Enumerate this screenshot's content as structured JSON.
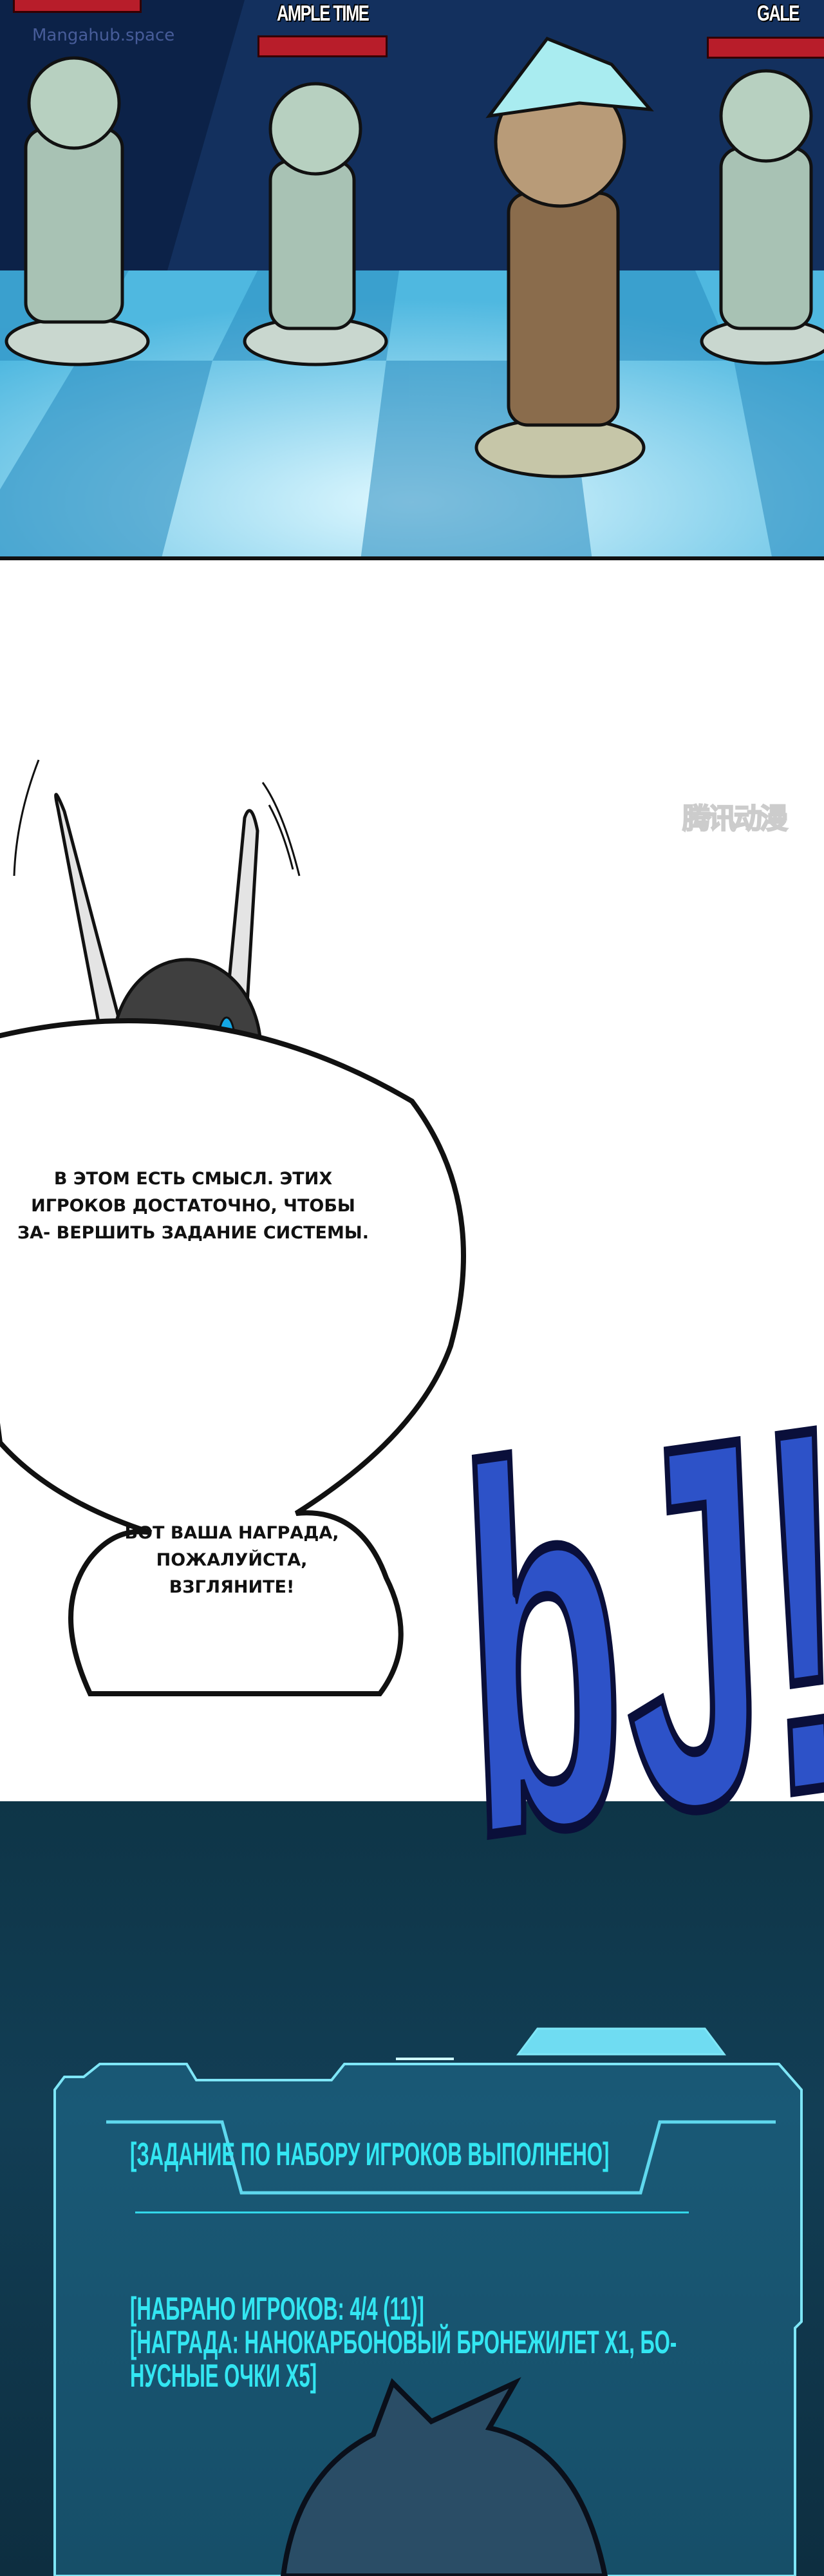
{
  "panel1": {
    "watermark": "Mangahub.space",
    "players": [
      {
        "name": "AMPLE TIME"
      },
      {
        "name": "GALE"
      }
    ]
  },
  "panel2": {
    "watermark": "腾讯动漫",
    "bubble_1": "В ЭТОМ ЕСТЬ СМЫСЛ. ЭТИХ ИГРОКОВ ДОСТАТОЧНО, ЧТОБЫ ЗА- ВЕРШИТЬ ЗАДАНИЕ СИСТЕМЫ.",
    "bubble_2": "ВОТ ВАША НАГРАДА, ПОЖАЛУЙСТА, ВЗГЛЯНИТЕ!",
    "sfx": "bJ!"
  },
  "system_window": {
    "title": "[ЗАДАНИЕ ПО НАБОРУ ИГРОКОВ ВЫПОЛНЕНО]",
    "line_1": "[НАБРАНО ИГРОКОВ: 4/4 (11)]",
    "line_2": "[НАГРАДА: НАНОКАРБОНОВЫЙ БРОНЕЖИЛЕТ X1, БО-",
    "line_3": "НУСНЫЕ ОЧКИ X5]"
  },
  "colors": {
    "accent": "#33e6f2",
    "hp_bar": "#b81d2a",
    "sfx": "#2d52c8"
  }
}
